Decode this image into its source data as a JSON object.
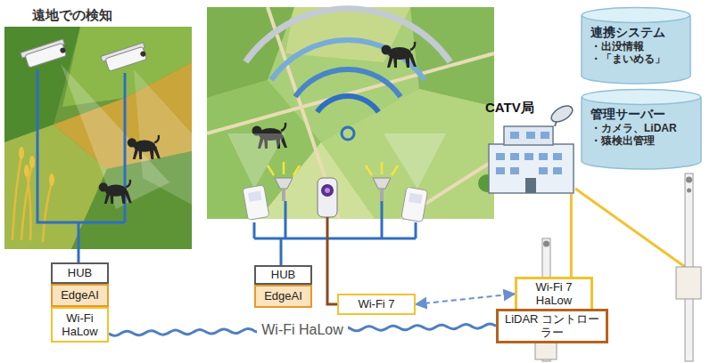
{
  "diagram": {
    "nodes": [
      {
        "text": [
          "HUB"
        ]
      },
      {
        "text": [
          "EdgeAI"
        ]
      },
      {
        "text": [
          "Wi-Fi HaLow"
        ]
      },
      {
        "text": [
          "HUB"
        ]
      },
      {
        "text": [
          "EdgeAI"
        ]
      },
      {
        "text": [
          "Wi-Fi 7"
        ]
      },
      {
        "text": [
          "Wi-Fi 7 HaLow"
        ]
      },
      {
        "text": [
          "LiDAR コントローラー"
        ]
      },
      {
        "text": [
          "CATV局"
        ]
      },
      {
        "text": [
          "連携システム",
          "・出没情報",
          "・「まいめる」"
        ]
      },
      {
        "text": [
          "管理サーバー",
          "・カメラ、LiDAR",
          "・猿検出管理"
        ]
      }
    ],
    "edges": [
      {
        "from": 2,
        "to": 7,
        "label": "Wi-Fi HaLow",
        "arrow": "none"
      },
      {
        "from": 5,
        "to": 6,
        "arrow": "both"
      },
      {
        "from": 6,
        "to": 8,
        "arrow": "none"
      }
    ],
    "labels": [
      "遠地での検知"
    ]
  }
}
